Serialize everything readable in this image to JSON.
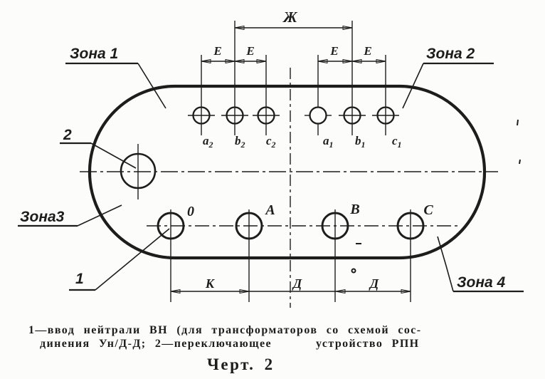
{
  "figure_caption": {
    "line1": "1—ввод нейтрали ВН (для трансформаторов со схемой сос-",
    "line2": "динения Ун/Д-Д; 2—переключающее     устройство РПН",
    "figure_number": "Черт. 2"
  },
  "zones": {
    "zone1": "Зона 1",
    "zone2": "Зона 2",
    "zone3": "Зона3",
    "zone4": "Зона 4"
  },
  "callouts": {
    "neutral_bushing": "1",
    "tap_changer": "2"
  },
  "dimension_labels": {
    "zh": "Ж",
    "e_left_1": "Е",
    "e_left_2": "Е",
    "e_right_1": "Е",
    "e_right_2": "Е",
    "k": "К",
    "d_1": "Д",
    "d_2": "Д"
  },
  "lv_terminals": [
    {
      "base": "a",
      "sub": "2"
    },
    {
      "base": "b",
      "sub": "2"
    },
    {
      "base": "c",
      "sub": "2"
    },
    {
      "base": "a",
      "sub": "1"
    },
    {
      "base": "b",
      "sub": "1"
    },
    {
      "base": "c",
      "sub": "1"
    }
  ],
  "hv_terminals": [
    {
      "label": "0"
    },
    {
      "label": "A"
    },
    {
      "label": "B"
    },
    {
      "label": "C"
    }
  ],
  "colors": {
    "ink": "#1d1d1b",
    "paper": "#fcfcfa"
  }
}
